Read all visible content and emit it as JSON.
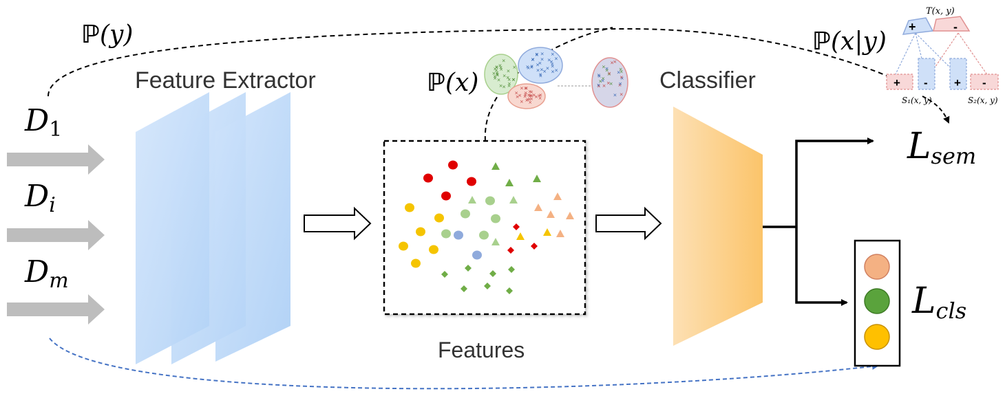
{
  "labels": {
    "feature_extractor": "Feature Extractor",
    "classifier": "Classifier",
    "features": "Features",
    "p_y_sym": "ℙ",
    "p_y_arg": "(y)",
    "p_x_sym": "ℙ",
    "p_x_arg": "(x)",
    "p_xy_sym": "ℙ",
    "p_xy_arg": "(x|y)",
    "d1_base": "D",
    "d1_sub": "1",
    "di_base": "D",
    "di_sub": "i",
    "dm_base": "D",
    "dm_sub": "m",
    "lsem_base": "L",
    "lsem_sub": "sem",
    "lcls_base": "L",
    "lcls_sub": "cls",
    "t_label": "T(x, y)",
    "s1_label": "S₁(x, y)",
    "s2_label": "S₂(x, y)",
    "plus": "+",
    "minus": "-"
  },
  "colors": {
    "arrow_gray": "#bdbdbd",
    "extractor_blue": "#a9cdf5",
    "classifier_orange": "#fbc46a",
    "dashed_link_blue": "#4472c4",
    "red": "#e00000",
    "yellow": "#f5c400",
    "green_light": "#a8d08d",
    "green": "#70ad47",
    "blue_dot": "#8faadc",
    "salmon": "#f4b183",
    "traffic_salmon": "#f4b183",
    "traffic_green": "#5aa33c",
    "traffic_yellow": "#ffc000"
  }
}
